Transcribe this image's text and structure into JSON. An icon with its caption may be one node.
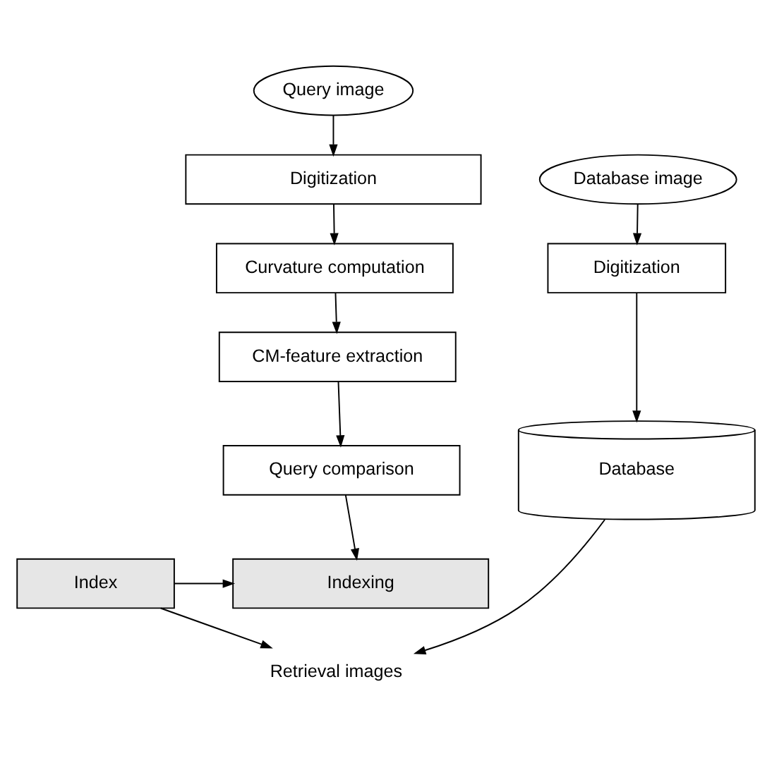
{
  "diagram": {
    "nodes": [
      {
        "text": [
          "Query image"
        ]
      },
      {
        "text": [
          "Digitization"
        ]
      },
      {
        "text": [
          "Curvature computation"
        ]
      },
      {
        "text": [
          "CM-feature extraction"
        ]
      },
      {
        "text": [
          "Query comparison"
        ]
      },
      {
        "text": [
          "Indexing"
        ]
      },
      {
        "text": [
          "Database image"
        ]
      },
      {
        "text": [
          "Digitization"
        ]
      },
      {
        "text": [
          "Database"
        ]
      },
      {
        "text": [
          "Index"
        ]
      },
      {
        "text": [
          "Retrieval images"
        ]
      }
    ],
    "edges": [
      {
        "from": 0,
        "to": 1,
        "arrow": "to"
      },
      {
        "from": 1,
        "to": 2,
        "arrow": "to"
      },
      {
        "from": 2,
        "to": 3,
        "arrow": "to"
      },
      {
        "from": 3,
        "to": 4,
        "arrow": "to"
      },
      {
        "from": 4,
        "to": 5,
        "arrow": "to"
      },
      {
        "from": 6,
        "to": 7,
        "arrow": "to"
      },
      {
        "from": 7,
        "to": 8,
        "arrow": "to"
      },
      {
        "from": 9,
        "to": 5,
        "arrow": "to"
      },
      {
        "from": 9,
        "to": 10,
        "arrow": "to"
      },
      {
        "from": 8,
        "to": 10,
        "arrow": "to"
      }
    ]
  }
}
